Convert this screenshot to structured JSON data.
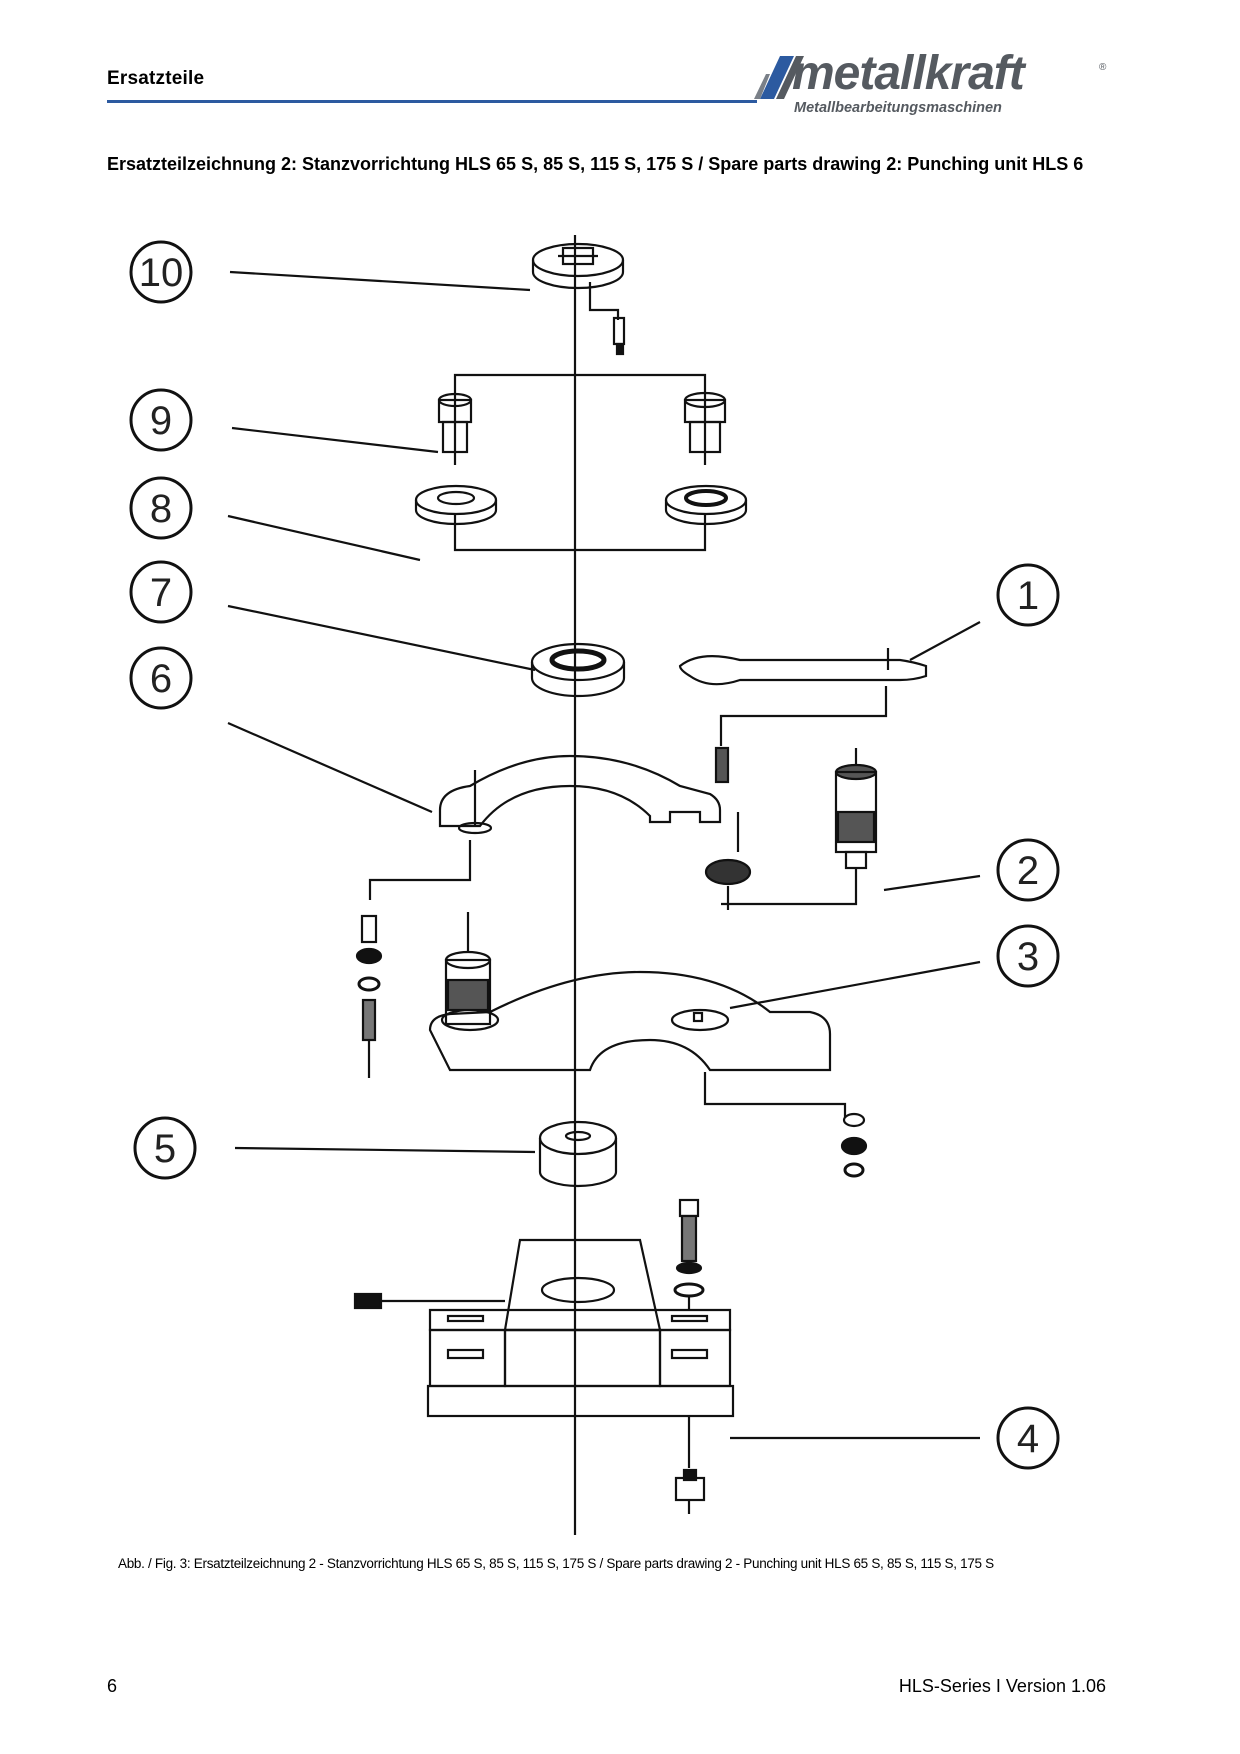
{
  "header": {
    "section_title": "Ersatzteile",
    "logo_word": "metallkraft",
    "logo_reg": "®",
    "logo_tagline": "Metallbearbeitungsmaschinen",
    "brand_color": "#2c5aa0"
  },
  "drawing": {
    "title": "Ersatzteilzeichnung 2: Stanzvorrichtung HLS 65 S, 85 S, 115 S, 175 S / Spare parts drawing 2: Punching unit HLS 6",
    "callouts": [
      "10",
      "9",
      "8",
      "7",
      "6",
      "1",
      "2",
      "3",
      "5",
      "4"
    ]
  },
  "caption": "Abb. / Fig. 3: Ersatzteilzeichnung 2 - Stanzvorrichtung HLS 65 S, 85 S, 115 S, 175 S / Spare parts drawing 2 - Punching unit HLS 65 S, 85 S, 115 S, 175 S",
  "footer": {
    "page_number": "6",
    "doc_version": "HLS-Series I Version 1.06"
  }
}
